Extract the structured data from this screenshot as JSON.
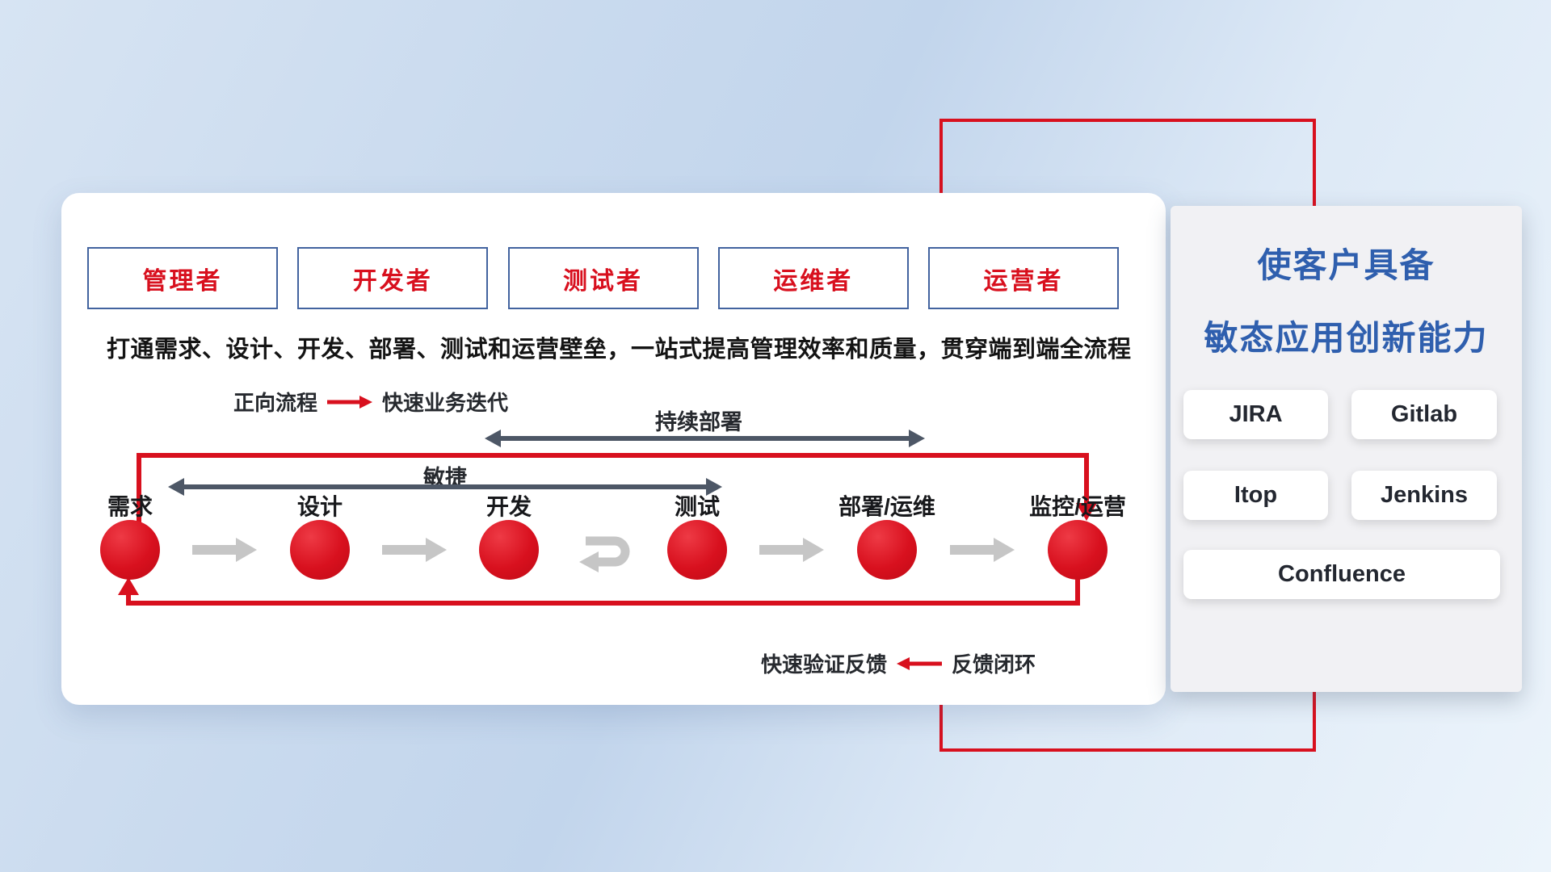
{
  "colors": {
    "red": "#d8101e",
    "blue": "#2f5fae",
    "dark-arrow": "#4d5766",
    "gray-arrow": "#c6c6c6"
  },
  "roles": [
    "管理者",
    "开发者",
    "测试者",
    "运维者",
    "运营者"
  ],
  "tagline": "打通需求、设计、开发、部署、测试和运营壁垒，一站式提高管理效率和质量，贯穿端到端全流程",
  "forward_legend": {
    "label": "正向流程",
    "desc": "快速业务迭代"
  },
  "flow_spans": {
    "continuous_deploy": "持续部署",
    "agile": "敏捷"
  },
  "process_nodes": [
    "需求",
    "设计",
    "开发",
    "测试",
    "部署/运维",
    "监控/运营"
  ],
  "feedback_legend": {
    "desc": "快速验证反馈",
    "label": "反馈闭环"
  },
  "right_panel": {
    "title_line1": "使客户具备",
    "title_line2": "敏态应用创新能力",
    "tools": [
      "JIRA",
      "Gitlab",
      "Itop",
      "Jenkins",
      "Confluence"
    ]
  }
}
